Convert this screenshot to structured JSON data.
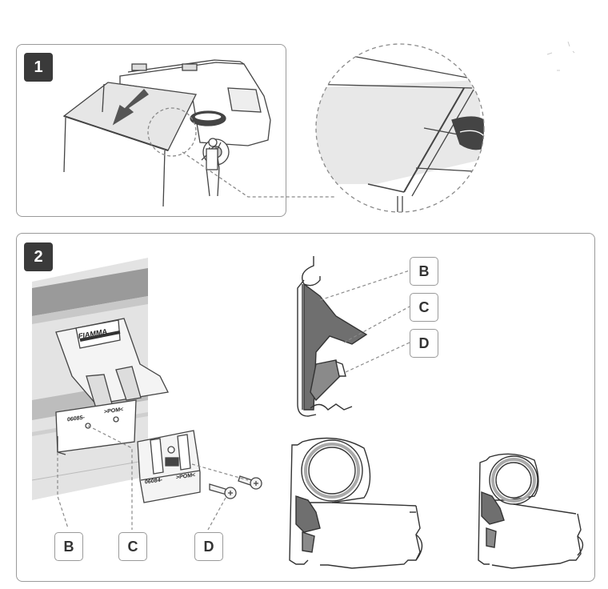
{
  "steps": [
    {
      "number": "1"
    },
    {
      "number": "2"
    }
  ],
  "callouts": {
    "profile_top": [
      "B",
      "C",
      "D"
    ],
    "bottom": [
      "B",
      "C",
      "D"
    ]
  },
  "part_labels": {
    "bracket_code": "06085-",
    "bracket_pom": ">POM<",
    "clip_code": "06084-",
    "clip_pom": ">POM<",
    "brand": "FIAMMA"
  },
  "colors": {
    "panel_border": "#9a9a9a",
    "badge_bg": "#3a3a3a",
    "awning_fill": "#e6e6e6",
    "profile_fill": "#6f6f6f",
    "dashed": "#8a8a8a"
  }
}
